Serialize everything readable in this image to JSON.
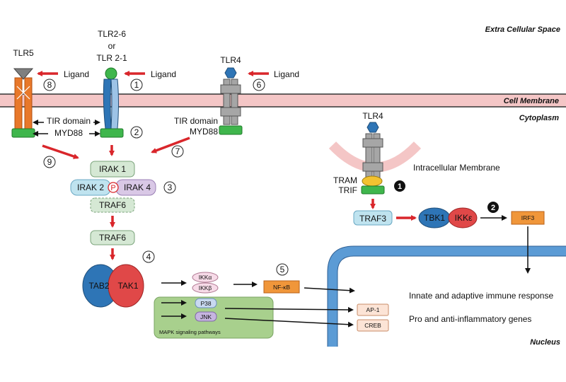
{
  "regions": {
    "extracellular": "Extra Cellular Space",
    "membrane": "Cell Membrane",
    "cytoplasm": "Cytoplasm",
    "nucleus": "Nucleus",
    "intracellular_membrane": "Intracellular Membrane"
  },
  "receptors": {
    "tlr5": "TLR5",
    "tlr2_line1": "TLR2-6",
    "tlr2_line2": "or",
    "tlr2_line3": "TLR 2-1",
    "tlr4": "TLR4",
    "tlr4_endo": "TLR4"
  },
  "labels": {
    "ligand_tlr5": "Ligand",
    "ligand_tlr2": "Ligand",
    "ligand_tlr4": "Ligand",
    "tir_domain": "TIR domain",
    "myd88": "MYD88",
    "tir_domain_tlr4": "TIR domain",
    "myd88_tlr4": "MYD88",
    "tram": "TRAM",
    "trif": "TRIF",
    "mapk": "MAPK signaling pathways",
    "innate": "Innate and adaptive immune response",
    "proinflam": "Pro and anti-inflammatory genes"
  },
  "steps": {
    "s1": "1",
    "s2": "2",
    "s3": "3",
    "s4": "4",
    "s5": "5",
    "s6": "6",
    "s7": "7",
    "s8": "8",
    "s9": "9",
    "b1": "1",
    "b2": "2"
  },
  "nodes": {
    "irak1": "IRAK 1",
    "irak2": "IRAK 2",
    "irak4": "IRAK 4",
    "phos": "P",
    "traf6_a": "TRAF6",
    "traf6_b": "TRAF6",
    "tab2": "TAB2",
    "tak1": "TAK1",
    "ikka": "IKKα",
    "ikkb": "IKKβ",
    "nfkb": "NF-κB",
    "p38": "P38",
    "jnk": "JNK",
    "ap1": "AP-1",
    "creb": "CREB",
    "traf3": "TRAF3",
    "tbk1": "TBK1",
    "ikke": "IKKε",
    "irf3": "IRF3"
  },
  "colors": {
    "membrane": "#f4c6c6",
    "red_arrow": "#d9262b",
    "tlr5": "#e8782a",
    "tlr2": "#2e75b6",
    "tlr2_light": "#9dc3e6",
    "tlr4": "#a6a6a6",
    "myd88": "#3fb64c",
    "irak": "#d5e8d4",
    "irak2": "#bfe3ef",
    "irak4": "#d9c8e6",
    "tab2": "#2e75b6",
    "tak1": "#e04848",
    "ikk": "#f7dbe8",
    "nfkb": "#f0963a",
    "mapk_bg": "#a8d08d",
    "p38": "#c9d9f0",
    "jnk": "#c6b5e0",
    "ap1": "#fce4d6",
    "nucleus_border": "#5b9bd5"
  },
  "icons": [
    "ligand-triangle",
    "ligand-circle",
    "ligand-hexagon",
    "phosphate-circle",
    "step-circle"
  ]
}
